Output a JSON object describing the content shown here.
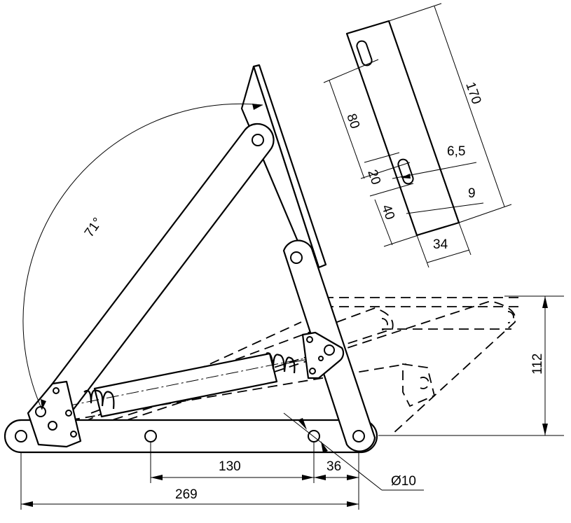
{
  "dimensions": {
    "angle": "71°",
    "plate_length": "170",
    "slot_spacing": "80",
    "slot_length": "20",
    "slot_width": "6,5",
    "plate_bottom_offset": "40",
    "slot_edge_offset": "9",
    "plate_width": "34",
    "closed_height": "112",
    "hole_spacing": "130",
    "end_hole_offset": "36",
    "hole_diameter": "Ø10",
    "overall_length": "269"
  }
}
